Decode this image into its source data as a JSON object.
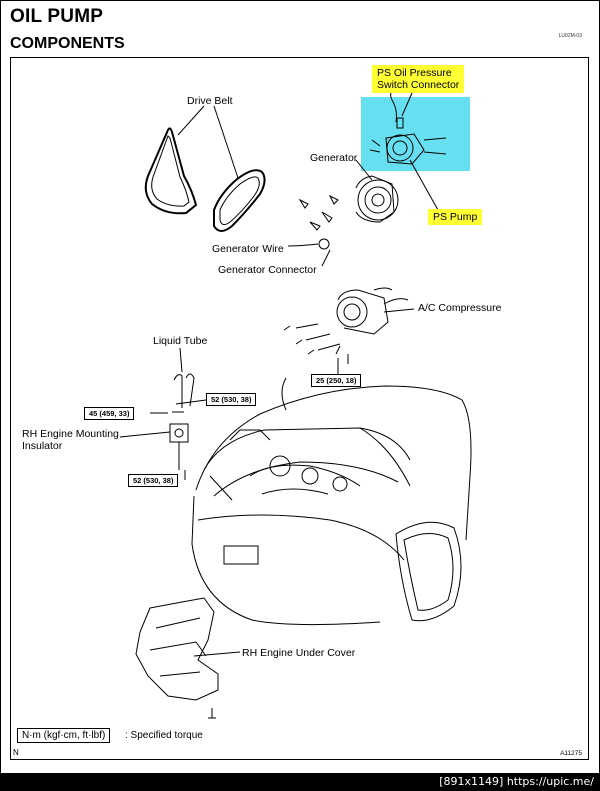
{
  "header": {
    "title": "OIL PUMP",
    "subtitle": "COMPONENTS",
    "doc_code": "LU02M-03"
  },
  "labels": {
    "drive_belt": "Drive Belt",
    "generator": "Generator",
    "generator_wire": "Generator Wire",
    "generator_connector": "Generator Connector",
    "ac_compressor": "A/C Compressure",
    "liquid_tube": "Liquid Tube",
    "rh_mount_line1": "RH Engine Mounting",
    "rh_mount_line2": "Insulator",
    "rh_under_cover": "RH Engine Under Cover"
  },
  "highlights": {
    "ps_oil_line1": "PS Oil Pressure",
    "ps_oil_line2": "Switch Connector",
    "ps_pump": "PS Pump"
  },
  "torques": {
    "ac_mount": "25 (250, 18)",
    "liquid_tube_bolt": "45 (459, 33)",
    "mount_upper": "52 (530, 38)",
    "mount_lower": "52 (530, 38)"
  },
  "legend": {
    "unit": "N·m (kgf·cm, ft·lbf)",
    "description": ": Specified torque"
  },
  "corner_mark": "N",
  "figure_number": "A11275",
  "footer": {
    "text": "[891x1149] https://upic.me/"
  },
  "colors": {
    "highlight_yellow": "#ffff33",
    "highlight_cyan": "#66dff0"
  }
}
